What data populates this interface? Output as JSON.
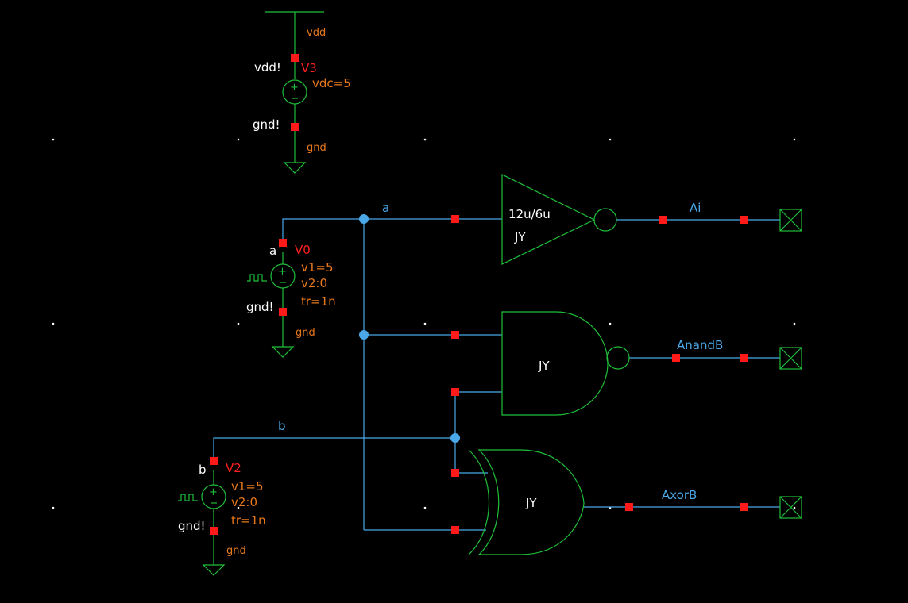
{
  "schematic": {
    "vdd_source": {
      "instance": "V3",
      "param": "vdc=5",
      "top_net": "vdd",
      "top_pin": "vdd!",
      "bottom_pin": "gnd!",
      "bottom_net": "gnd"
    },
    "source_a": {
      "instance": "V0",
      "pin_top": "a",
      "params": [
        "v1=5",
        "v2:0",
        "tr=1n"
      ],
      "bottom_pin": "gnd!",
      "bottom_net": "gnd"
    },
    "source_b": {
      "instance": "V2",
      "pin_top": "b",
      "params": [
        "v1=5",
        "v2:0",
        "tr=1n"
      ],
      "bottom_pin": "gnd!",
      "bottom_net": "gnd"
    },
    "nets": {
      "a": "a",
      "b": "b"
    },
    "inverter": {
      "size": "12u/6u",
      "label": "JY",
      "output": "Ai"
    },
    "nand": {
      "label": "JY",
      "output": "AnandB"
    },
    "xor": {
      "label": "JY",
      "output": "AxorB"
    }
  },
  "colors": {
    "background": "#000000",
    "symbol": "#1fbf3a",
    "wire": "#4aa8e8",
    "pin": "#ff1a1a",
    "param_text": "#e8781a",
    "pin_text": "#ffffff"
  }
}
